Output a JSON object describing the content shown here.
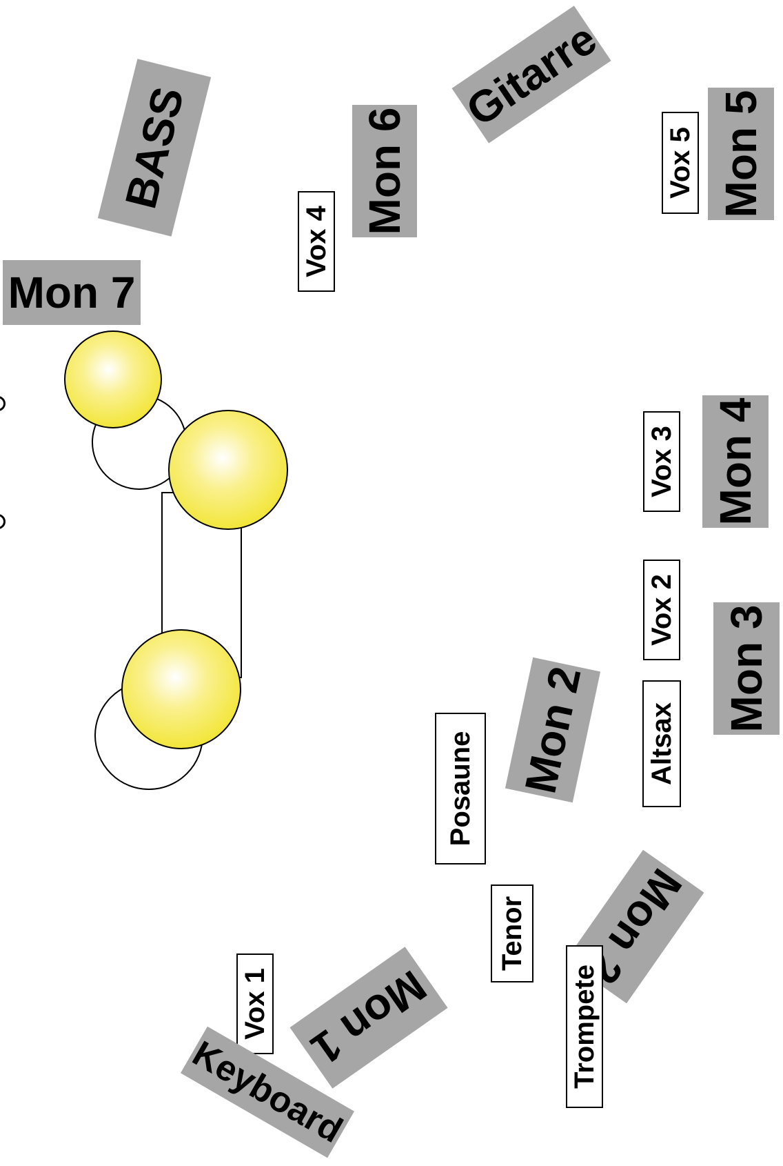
{
  "colors": {
    "monitor_fill": "#a6a6a6",
    "drum_fill_center": "#ffffff",
    "drum_fill_edge": "#f2e63a",
    "outline": "#000000"
  },
  "labels": {
    "bass": "BASS",
    "mon7": "Mon 7",
    "mon6": "Mon 6",
    "vox4": "Vox 4",
    "gitarre": "Gitarre",
    "vox5": "Vox 5",
    "mon5": "Mon 5",
    "vox3": "Vox 3",
    "mon4": "Mon 4",
    "vox2": "Vox 2",
    "mon3": "Mon 3",
    "altsax": "Altsax",
    "mon2a": "Mon 2",
    "posaune": "Posaune",
    "mon2b": "Mon 2",
    "tenor": "Tenor",
    "trompete": "Trompete",
    "vox1": "Vox 1",
    "mon1": "Mon 1",
    "keyboard": "Keyboard"
  }
}
